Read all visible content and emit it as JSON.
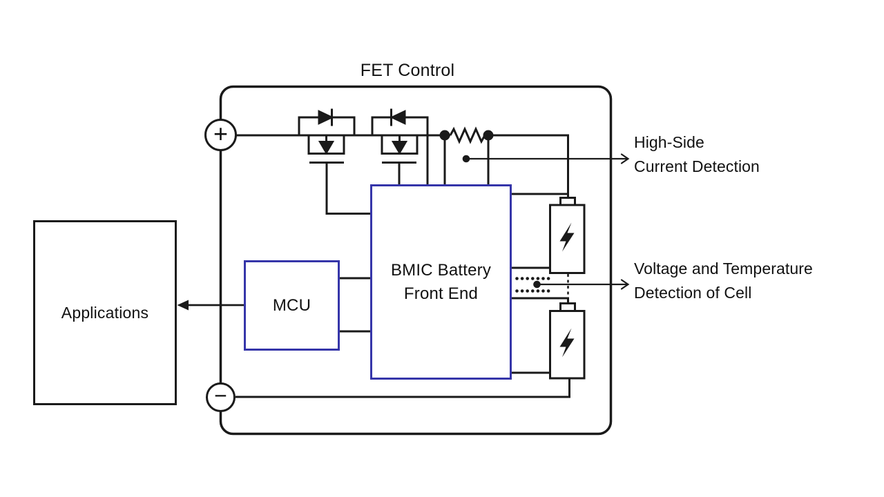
{
  "diagram": {
    "title": "FET Control",
    "blocks": {
      "applications": {
        "label": "Applications"
      },
      "mcu": {
        "label": "MCU"
      },
      "bmic": {
        "label_line1": "BMIC Battery",
        "label_line2": "Front End"
      }
    },
    "terminals": {
      "positive": "+",
      "negative": "−"
    },
    "annotations": {
      "high_side": {
        "line1": "High-Side",
        "line2": "Current Detection"
      },
      "voltage_temp": {
        "line1": "Voltage and Temperature",
        "line2": "Detection of Cell"
      }
    },
    "icons": {
      "mosfets": "two series power MOSFETs with body diodes",
      "resistor": "current sense shunt resistor",
      "batteries": "two battery cells with lightning bolt",
      "cell_stack_continuation": "dashed line and dotted sense rows"
    },
    "colors": {
      "wire": "#1a1a1a",
      "accent_block_border": "#3535a9",
      "background": "#ffffff"
    }
  }
}
